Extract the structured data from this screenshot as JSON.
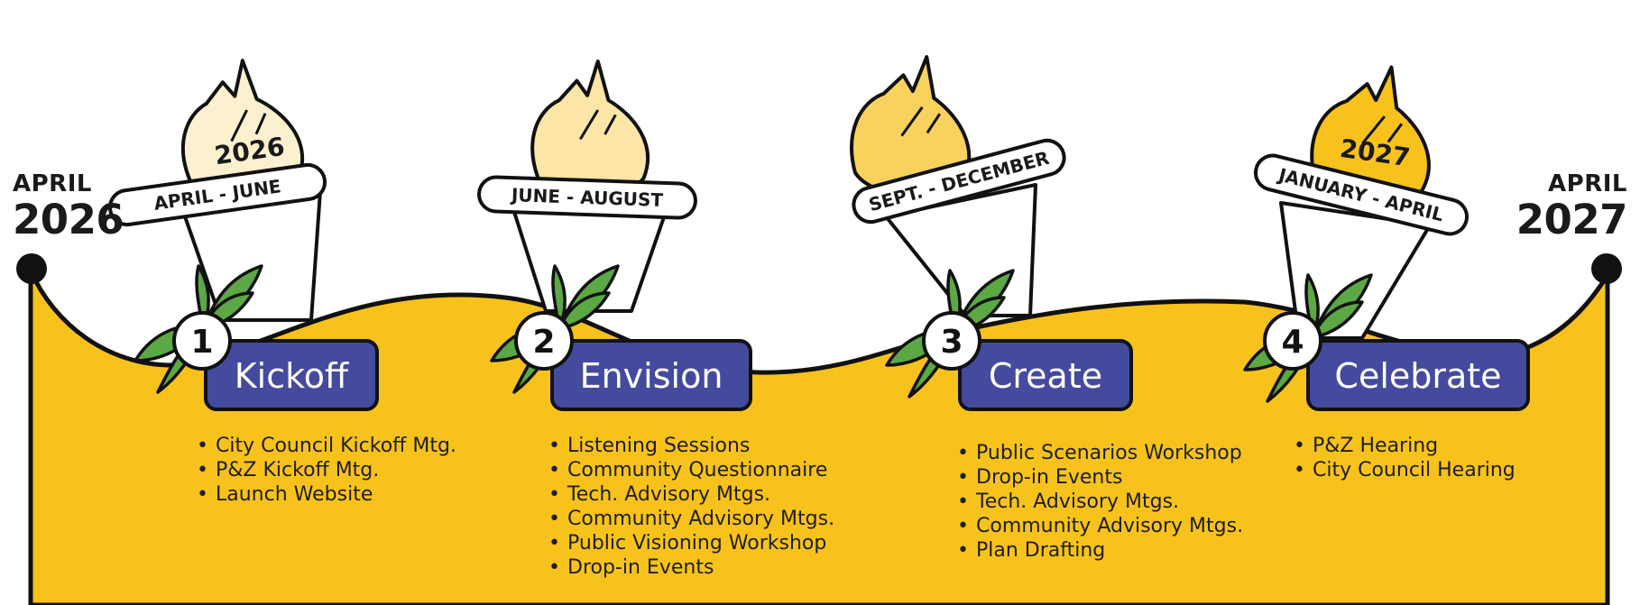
{
  "timeline": {
    "start": {
      "month": "APRIL",
      "year": "2026"
    },
    "end": {
      "month": "APRIL",
      "year": "2027"
    }
  },
  "phases": [
    {
      "number": "1",
      "title": "Kickoff",
      "dates": "APRIL - JUNE",
      "flame_year": "2026",
      "flame_color": "#FDF0CF",
      "items": [
        "City Council Kickoff Mtg.",
        "P&Z Kickoff Mtg.",
        "Launch Website"
      ]
    },
    {
      "number": "2",
      "title": "Envision",
      "dates": "JUNE - AUGUST",
      "flame_year": "",
      "flame_color": "#FCE5A6",
      "items": [
        "Listening Sessions",
        "Community Questionnaire",
        "Tech. Advisory Mtgs.",
        "Community Advisory Mtgs.",
        "Public Visioning Workshop",
        "Drop-in Events"
      ]
    },
    {
      "number": "3",
      "title": "Create",
      "dates": "SEPT. - DECEMBER",
      "flame_year": "",
      "flame_color": "#F8D25C",
      "items": [
        "Public Scenarios Workshop",
        "Drop-in Events",
        "Tech. Advisory Mtgs.",
        "Community Advisory Mtgs.",
        "Plan Drafting"
      ]
    },
    {
      "number": "4",
      "title": "Celebrate",
      "dates": "JANUARY - APRIL",
      "flame_year": "2027",
      "flame_color": "#F7C21B",
      "items": [
        "P&Z Hearing",
        "City Council Hearing"
      ]
    }
  ],
  "colors": {
    "ground": "#F7C21B",
    "title_box": "#444A9E",
    "leaf": "#5BA845",
    "outline": "#111111"
  }
}
